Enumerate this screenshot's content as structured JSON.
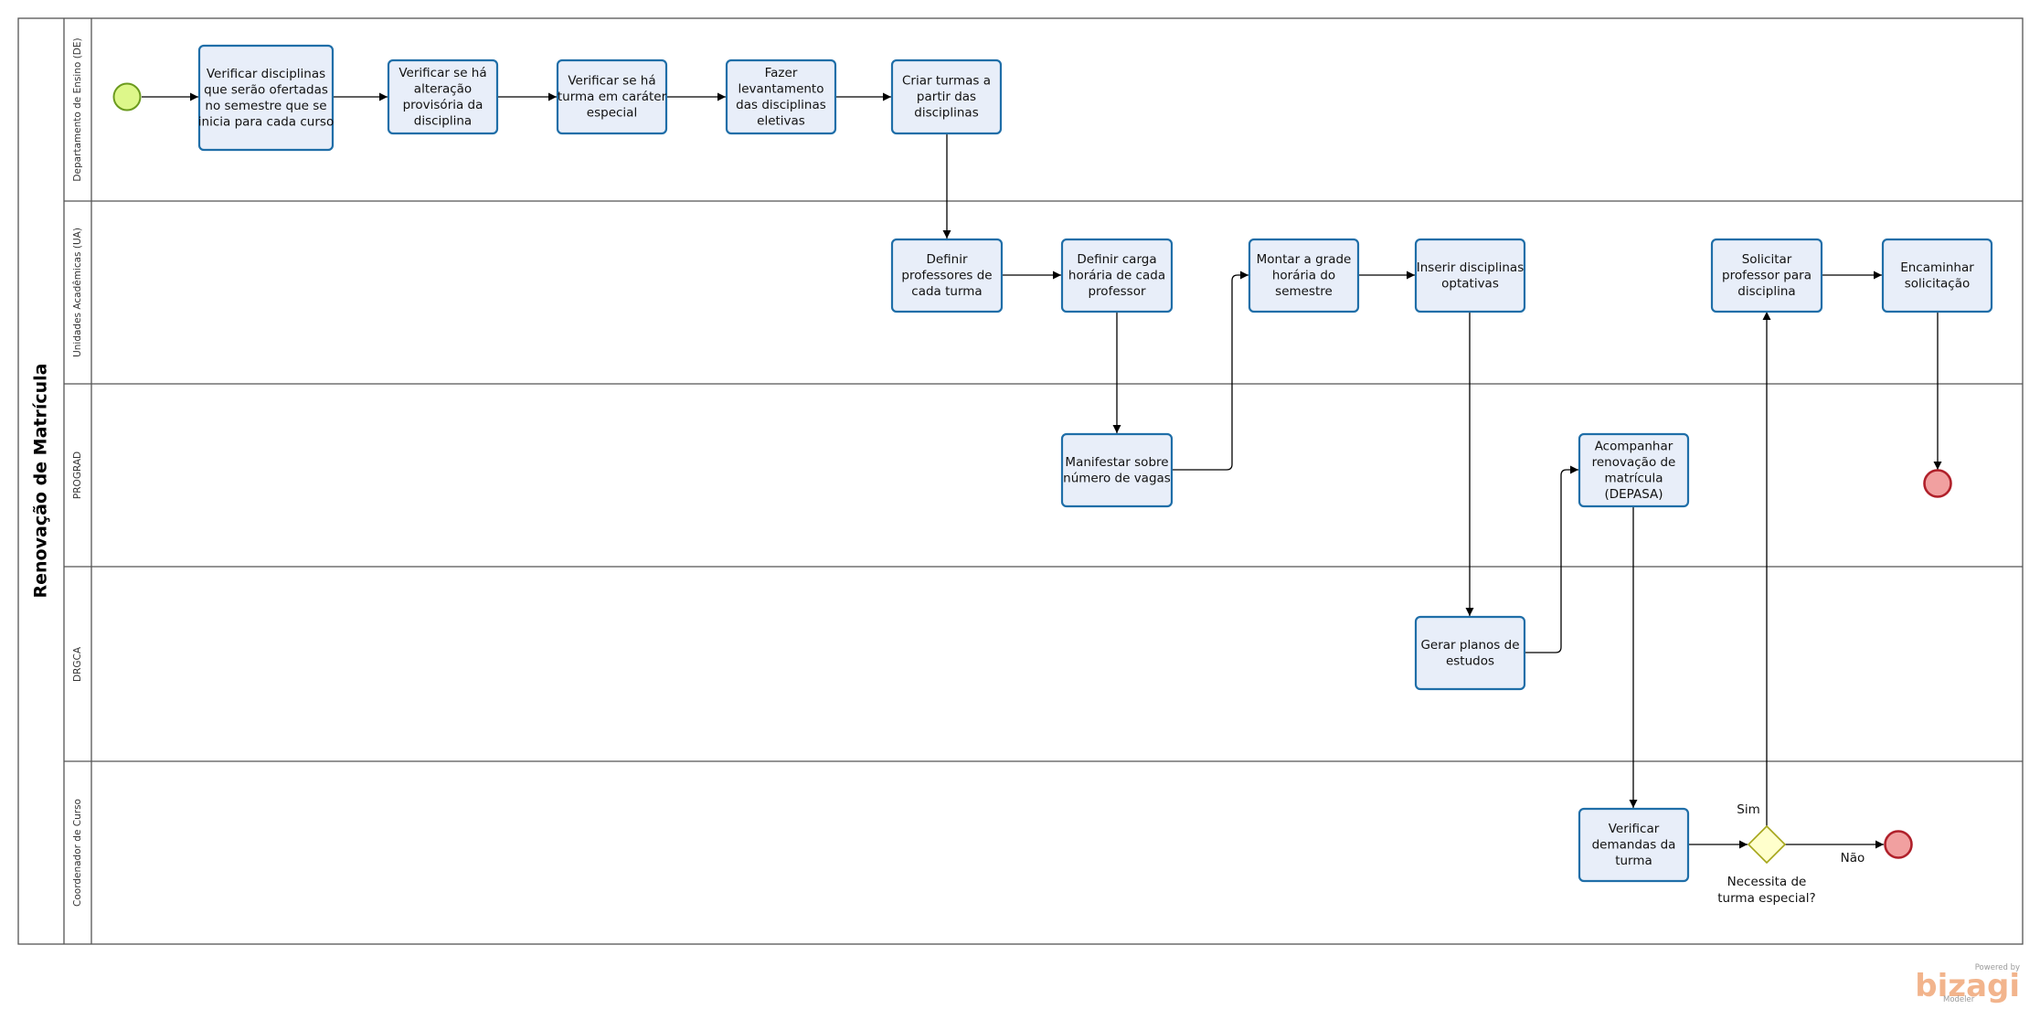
{
  "pool": {
    "title": "Renovação de Matrícula"
  },
  "lanes": [
    {
      "id": "de",
      "label": "Departamento de Ensino (DE)"
    },
    {
      "id": "ua",
      "label": "Unidades Acadêmicas (UA)"
    },
    {
      "id": "prograd",
      "label": "PROGRAD"
    },
    {
      "id": "drgca",
      "label": "DRGCA"
    },
    {
      "id": "coord",
      "label": "Coordenador de Curso"
    }
  ],
  "tasks": [
    {
      "id": "t1",
      "lines": [
        "Verificar disciplinas",
        "que serão ofertadas",
        "no semestre que se",
        "inicia para cada curso"
      ]
    },
    {
      "id": "t2",
      "lines": [
        "Verificar se há",
        "alteração",
        "provisória da",
        "disciplina"
      ]
    },
    {
      "id": "t3",
      "lines": [
        "Verificar se há",
        "turma em caráter",
        "especial"
      ]
    },
    {
      "id": "t4",
      "lines": [
        "Fazer",
        "levantamento",
        "das disciplinas",
        "eletivas"
      ]
    },
    {
      "id": "t5",
      "lines": [
        "Criar turmas a",
        "partir das",
        "disciplinas"
      ]
    },
    {
      "id": "t6",
      "lines": [
        "Definir",
        "professores de",
        "cada turma"
      ]
    },
    {
      "id": "t7",
      "lines": [
        "Definir carga",
        "horária de cada",
        "professor"
      ]
    },
    {
      "id": "t8",
      "lines": [
        "Montar a grade",
        "horária do",
        "semestre"
      ]
    },
    {
      "id": "t9",
      "lines": [
        "Inserir disciplinas",
        "optativas"
      ]
    },
    {
      "id": "t10",
      "lines": [
        "Solicitar",
        "professor para",
        "disciplina"
      ]
    },
    {
      "id": "t11",
      "lines": [
        "Encaminhar",
        "solicitação"
      ]
    },
    {
      "id": "t12",
      "lines": [
        "Manifestar sobre",
        "número de vagas"
      ]
    },
    {
      "id": "t13",
      "lines": [
        "Acompanhar",
        "renovação de",
        "matrícula",
        "(DEPASA)"
      ]
    },
    {
      "id": "t14",
      "lines": [
        "Gerar planos de",
        "estudos"
      ]
    },
    {
      "id": "t15",
      "lines": [
        "Verificar",
        "demandas da",
        "turma"
      ]
    }
  ],
  "gateway": {
    "question_lines": [
      "Necessita de",
      "turma especial?"
    ],
    "yes_label": "Sim",
    "no_label": "Não"
  },
  "colors": {
    "task_fill": "#e8eef9",
    "task_border": "#1f6ea8",
    "start_fill": "#ddf78a",
    "start_border": "#6b9a1e",
    "end_fill": "#f1a0a0",
    "end_border": "#b0202a",
    "gateway_fill": "#ffffcc",
    "gateway_border": "#a5a519"
  },
  "logo": {
    "powered": "Powered by",
    "brand": "bizagi",
    "product": "Modeler"
  }
}
